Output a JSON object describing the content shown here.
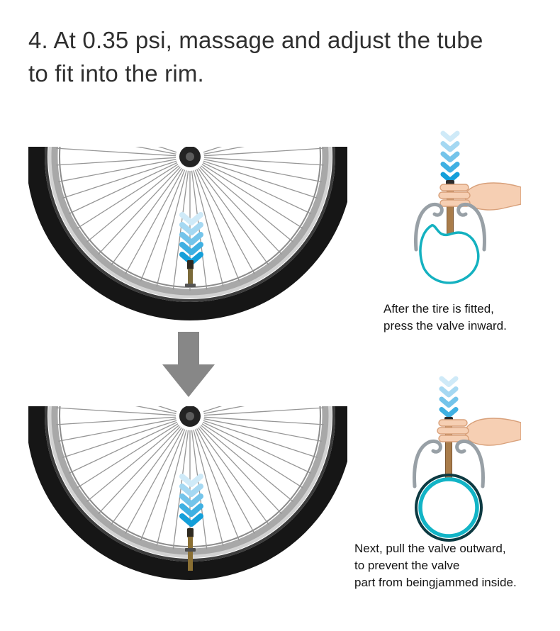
{
  "title_lines": [
    "4. At 0.35 psi, massage and adjust the tube",
    "to fit into the rim."
  ],
  "panels": {
    "press": {
      "caption_lines": [
        "After the tire is fitted,",
        "press the valve inward."
      ]
    },
    "pull": {
      "caption_lines": [
        "Next, pull the valve outward,",
        "to prevent the valve",
        "part from beingjammed inside."
      ]
    }
  },
  "icons": {
    "chevron-down-icon": "stacked v-chevrons showing push direction",
    "down-arrow-icon": "solid gray block arrow pointing down",
    "hand-icon": "hand gripping valve stem",
    "valve-stem-icon": "tube valve stem",
    "wheel-photo": "bicycle wheel with rim, spokes and hub",
    "rim-cross-section-icon": "rim profile outline",
    "inner-tube-icon": "teal inner tube outline"
  },
  "colors": {
    "chevron_blue": [
      "#cfeaf8",
      "#a5d8f2",
      "#74c4ea",
      "#3fb0e2",
      "#149fd9"
    ],
    "tube_teal": "#12b2c4",
    "tube_dark": "#0d3a42",
    "arrow_gray": "#878787",
    "rim_gray": "#98a0a6",
    "valve_brass": "#8a6f33",
    "hand_skin": "#f6cfb3",
    "title_text": "#2f2f2f"
  }
}
